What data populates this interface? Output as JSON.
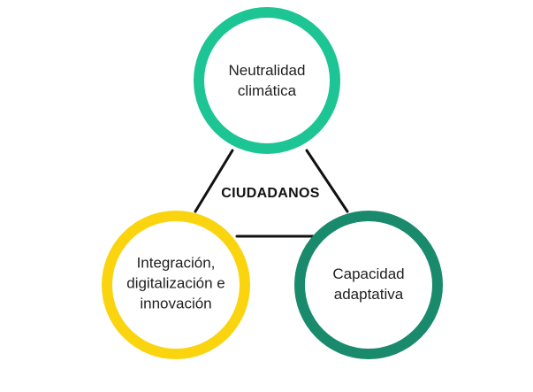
{
  "center": {
    "label": "CIUDADANOS"
  },
  "nodes": [
    {
      "id": "neutralidad",
      "lines": [
        "Neutralidad",
        "climática"
      ],
      "color": "#1cc593"
    },
    {
      "id": "integracion",
      "lines": [
        "Integración,",
        "digitalización e",
        "innovación"
      ],
      "color": "#fad40f"
    },
    {
      "id": "capacidad",
      "lines": [
        "Capacidad",
        "adaptativa"
      ],
      "color": "#1a8a6c"
    }
  ],
  "connector_color": "#111111"
}
